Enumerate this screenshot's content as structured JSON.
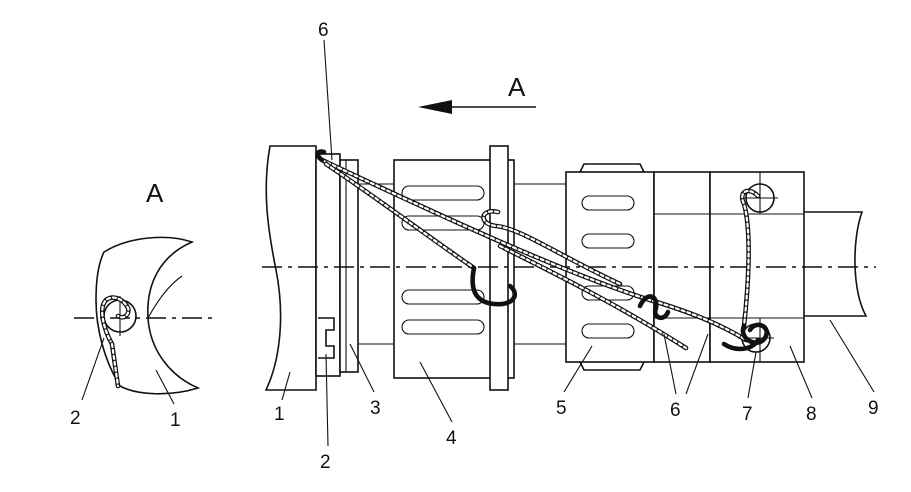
{
  "view_label": "A",
  "arrow_label": "A",
  "side_view": {
    "labels": [
      "2",
      "1"
    ]
  },
  "main_view": {
    "labels": [
      "6",
      "1",
      "2",
      "3",
      "4",
      "5",
      "6",
      "7",
      "8",
      "9"
    ]
  }
}
